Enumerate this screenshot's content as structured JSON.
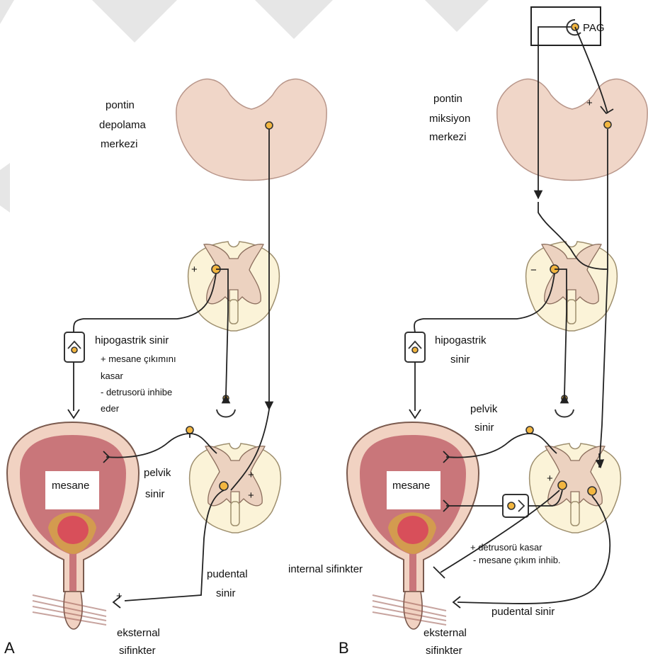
{
  "panels": {
    "a": {
      "letter": "A",
      "brain_label": [
        "pontin",
        "depolama",
        "merkezi"
      ],
      "hypogastric_title": "hipogastrik sinir",
      "hypogastric_notes": [
        "+ mesane çıkımını",
        "kasar",
        "- detrusorü inhibe",
        "eder"
      ],
      "bladder_label": "mesane",
      "pelvic_label": [
        "pelvik",
        "sinir"
      ],
      "pudendal_label": [
        "pudental",
        "sinir"
      ],
      "external_sphincter": [
        "eksternal",
        "sifinkter"
      ],
      "signs": [
        "+",
        "+",
        "+",
        "+"
      ]
    },
    "b": {
      "letter": "B",
      "pag_label": "PAG",
      "brain_label": [
        "pontin",
        "miksiyon",
        "merkezi"
      ],
      "hypogastric_label": [
        "hipogastrik",
        "sinir"
      ],
      "pelvic_label": [
        "pelvik",
        "sinir"
      ],
      "bladder_label": "mesane",
      "notes": [
        "+ detrusorü kasar",
        "- mesane çıkım inhib."
      ],
      "internal_sphincter": "internal sifinkter",
      "pudendal_label": "pudental sinir",
      "external_sphincter": [
        "eksternal",
        "sifinkter"
      ],
      "signs": [
        "+",
        "−",
        "+"
      ]
    }
  },
  "colors": {
    "brain": "#f0d6c8",
    "spinal_white_matter": "#fbf3d8",
    "gray_matter": "#ecd2c0",
    "bladder_wall": "#f1d2c2",
    "bladder_lumen": "#c9767a",
    "neuron": "#f2b640",
    "trigone": "#d4a04a",
    "nerve": "#222222"
  }
}
